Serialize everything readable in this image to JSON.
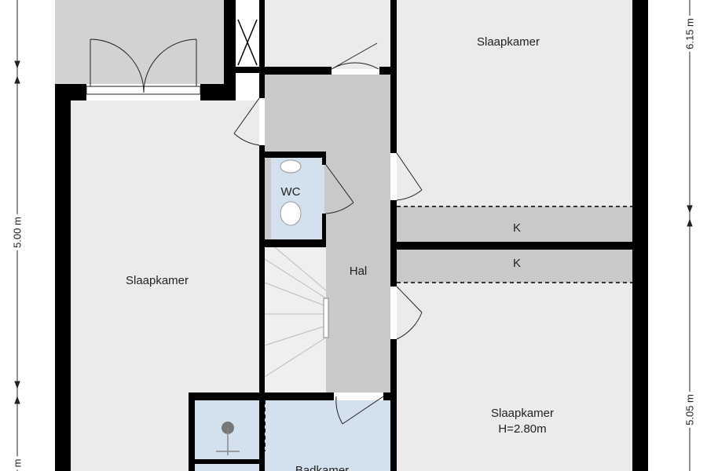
{
  "rooms": {
    "slaapkamer_left": "Slaapkamer",
    "slaapkamer_top_right": "Slaapkamer",
    "slaapkamer_bottom_right": "Slaapkamer",
    "slaapkamer_bottom_right_height": "H=2.80m",
    "wc": "WC",
    "hal": "Hal",
    "kast_1": "K",
    "kast_2": "K",
    "badkamer": "Badkamer"
  },
  "dimensions": {
    "left": "5.00 m",
    "left_bottom": "m",
    "right_top": "6.15 m",
    "right_bottom": "5.05 m"
  },
  "colors": {
    "wall": "#000000",
    "floor": "#ebebeb",
    "hal": "#c9c9c9",
    "wet": "#d3e0ee",
    "balcony": "#d2d2d2"
  }
}
